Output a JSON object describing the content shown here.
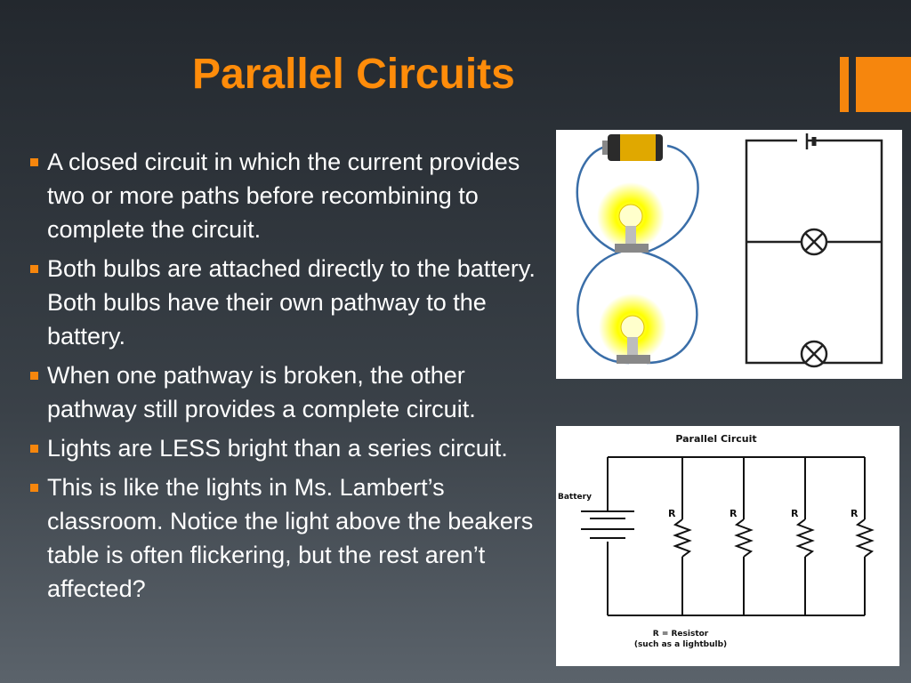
{
  "slide": {
    "title": "Parallel Circuits",
    "accent_color": "#f6860d",
    "title_color": "#ff8c0a",
    "bullets": [
      "A closed circuit in which the current provides two or more paths before recombining to complete the circuit.",
      "Both bulbs are attached directly to the battery. Both bulbs have their own pathway to the battery.",
      "When one pathway is broken, the other pathway still provides a complete circuit.",
      "Lights are LESS bright than a series circuit.",
      "This is like the lights in Ms. Lambert’s classroom. Notice the light above the beakers table is often flickering, but the rest aren’t affected?"
    ]
  },
  "diagram2": {
    "title": "Parallel Circuit",
    "battery_label": "Battery",
    "resistor_labels": [
      "R",
      "R",
      "R",
      "R"
    ],
    "legend_line1": "R = Resistor",
    "legend_line2": "(such as a lightbulb)"
  }
}
